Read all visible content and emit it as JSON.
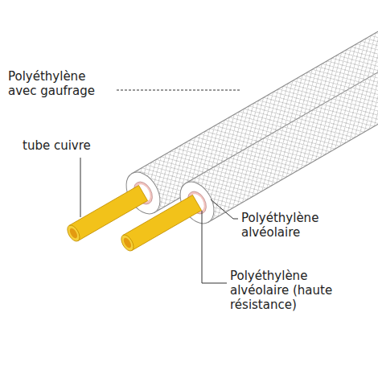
{
  "diagram": {
    "labels": [
      "Polyéthylène avec gaufrage",
      "tube cuivre",
      "Polyéthylène alvéolaire",
      "Polyéthylène alvéolaire (haute résistance)"
    ]
  }
}
